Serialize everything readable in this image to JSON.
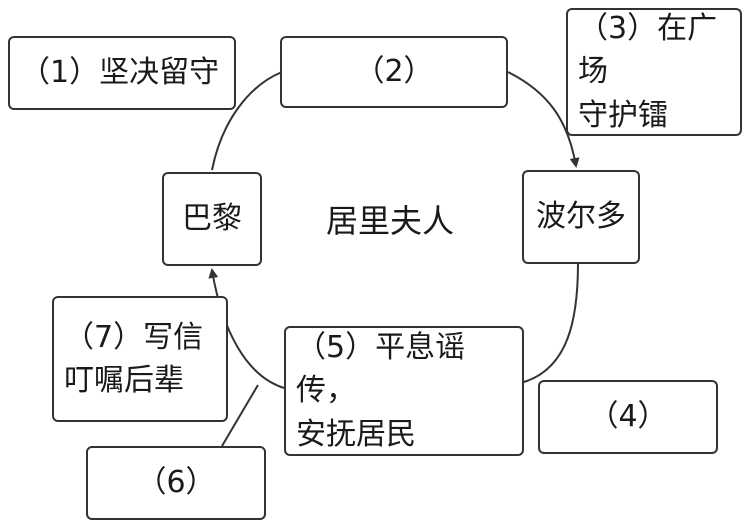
{
  "center_label": "居里夫人",
  "nodes": {
    "paris": "巴黎",
    "bordeaux": "波尔多"
  },
  "boxes": {
    "box1": "（1）坚决留守",
    "box2": "（2）",
    "box3": "（3）在广场\n守护镭",
    "box4": "（4）",
    "box5": "（5）平息谣传，\n安抚居民",
    "box6": "（6）",
    "box7": "（7）写信\n叮嘱后辈"
  }
}
